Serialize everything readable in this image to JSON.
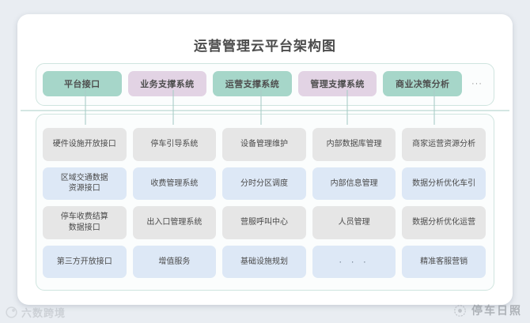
{
  "page": {
    "title": "运营管理云平台架构图",
    "background_color": "#e9edf2",
    "card_color": "#ffffff",
    "frame_border_color": "#cfe5df"
  },
  "colors": {
    "green": "#a6d6c9",
    "pink": "#e2d3e4",
    "gray_cell": "#e6e6e6",
    "blue_cell": "#dde8f6",
    "connector": "#a9cdc7"
  },
  "top_row": {
    "items": [
      {
        "label": "平台接口",
        "color": "green"
      },
      {
        "label": "业务支撑系统",
        "color": "pink"
      },
      {
        "label": "运营支撑系统",
        "color": "green"
      },
      {
        "label": "管理支撑系统",
        "color": "pink"
      },
      {
        "label": "商业决策分析",
        "color": "green"
      }
    ],
    "overflow": "···"
  },
  "grid": {
    "columns": [
      "平台接口",
      "业务支撑系统",
      "运营支撑系统",
      "管理支撑系统",
      "商业决策分析"
    ],
    "rows": [
      {
        "tone": "gray",
        "cells": [
          "硬件设施开放接口",
          "停车引导系统",
          "设备管理维护",
          "内部数据库管理",
          "商家运营资源分析"
        ]
      },
      {
        "tone": "blue",
        "cells": [
          "区域交通数据\n资源接口",
          "收费管理系统",
          "分时分区调度",
          "内部信息管理",
          "数据分析优化车引"
        ]
      },
      {
        "tone": "gray",
        "cells": [
          "停车收费结算\n数据接口",
          "出入口管理系统",
          "营服呼叫中心",
          "人员管理",
          "数据分析优化运营"
        ]
      },
      {
        "tone": "blue",
        "cells": [
          "第三方开放接口",
          "增值服务",
          "基础设施规划",
          "· · ·",
          "精准客服营销"
        ]
      }
    ]
  },
  "watermarks": {
    "left": "六数跨境",
    "right": "停车日照"
  }
}
